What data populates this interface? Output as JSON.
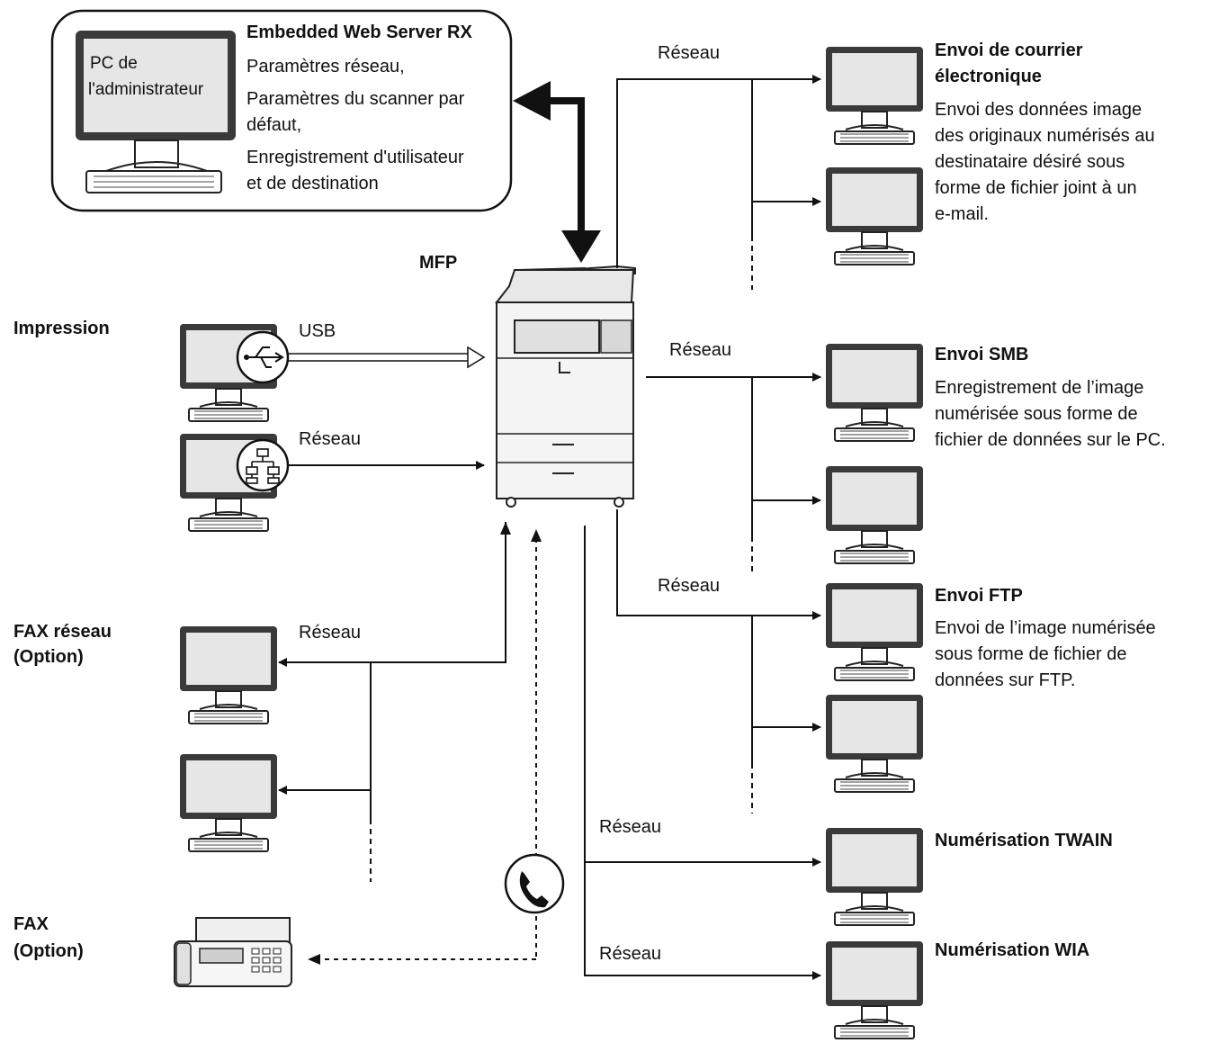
{
  "admin": {
    "pc_label_line1": "PC de",
    "pc_label_line2": "l'administrateur",
    "server_title": "Embedded Web Server RX",
    "items": [
      "Paramètres réseau,",
      "Paramètres du scanner par",
      "défaut,",
      "Enregistrement d'utilisateur",
      "et de destination"
    ]
  },
  "mfp_label": "MFP",
  "left": {
    "impression": "Impression",
    "usb": "USB",
    "reseau_print": "Réseau",
    "fax_reseau_line1": "FAX réseau",
    "fax_reseau_line2": "(Option)",
    "reseau_fax": "Réseau",
    "fax_line1": "FAX",
    "fax_line2": "(Option)"
  },
  "right": {
    "reseau_email": "Réseau",
    "email_title_line1": "Envoi de courrier",
    "email_title_line2": "électronique",
    "email_desc": [
      "Envoi des données image",
      "des originaux numérisés au",
      "destinataire désiré sous",
      "forme de fichier joint à un",
      "e-mail."
    ],
    "reseau_smb": "Réseau",
    "smb_title": "Envoi SMB",
    "smb_desc": [
      "Enregistrement de l’image",
      "numérisée sous forme de",
      "fichier de données sur le PC."
    ],
    "reseau_ftp": "Réseau",
    "ftp_title": "Envoi FTP",
    "ftp_desc": [
      "Envoi de l’image numérisée",
      "sous forme de fichier de",
      "données sur FTP."
    ],
    "reseau_twain": "Réseau",
    "twain_title": "Numérisation TWAIN",
    "reseau_wia": "Réseau",
    "wia_title": "Numérisation WIA"
  },
  "icons": {
    "usb": "usb-icon",
    "network": "network-icon",
    "phone": "phone-icon"
  }
}
